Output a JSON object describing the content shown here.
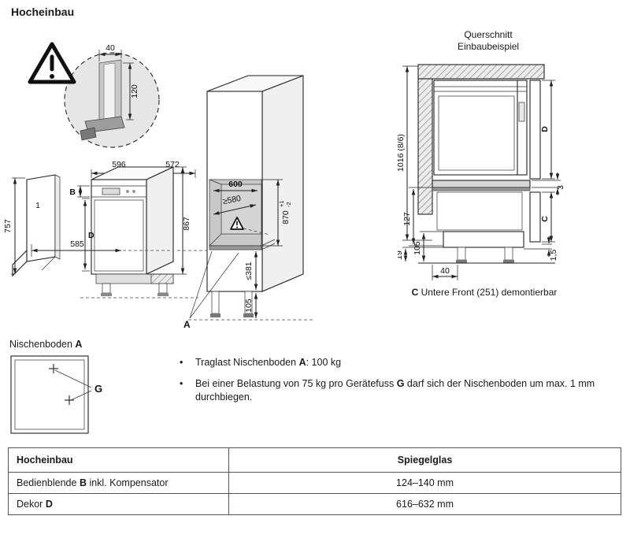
{
  "page": {
    "title": "Hocheinbau"
  },
  "detail_view": {
    "dim_width": "40",
    "dim_height": "120"
  },
  "appliance_view": {
    "dim_front_width": "596",
    "dim_top_depth": "572",
    "dim_panel_height": "757",
    "dim_depth": "585",
    "dim_body_height": "867",
    "label_b": "B",
    "label_d": "D",
    "label_front": "1"
  },
  "niche_view": {
    "dim_width": "600",
    "dim_depth": "≥580",
    "dim_height": "870",
    "tol_plus": "+1",
    "tol_minus": "-2",
    "dim_lower_max": "≤381",
    "dim_plinth": "105",
    "label_a": "A"
  },
  "cross_section": {
    "title_line1": "Querschnitt",
    "title_line2": "Einbaubeispiel",
    "dim_total_height": "1016 (8/6)",
    "label_d": "D",
    "dim_gap": "3",
    "label_c": "C",
    "dim_127": "127",
    "dim_105": "105",
    "dim_19": "19",
    "dim_1_5": "1,5",
    "dim_40": "40",
    "caption_bold": "C",
    "caption_text": " Untere Front (251) demontierbar"
  },
  "nischenboden": {
    "heading_pre": "Nischenboden ",
    "heading_bold": "A",
    "label_g": "G",
    "marker": "•",
    "bullets": [
      {
        "pre": "Traglast Nischenboden ",
        "bold": "A",
        "post": ": 100 kg"
      },
      {
        "pre": "Bei einer Belastung von 75 kg pro Gerätefuss ",
        "bold": "G",
        "post": " darf sich der Nischenboden um max. 1 mm durchbiegen."
      }
    ]
  },
  "table": {
    "headers": [
      "Hocheinbau",
      "Spiegelglas"
    ],
    "rows": [
      {
        "label_pre": "Bedienblende ",
        "label_bold": "B",
        "label_post": " inkl. Kompensator",
        "value": "124–140 mm"
      },
      {
        "label_pre": "Dekor ",
        "label_bold": "D",
        "label_post": "",
        "value": "616–632 mm"
      }
    ]
  }
}
